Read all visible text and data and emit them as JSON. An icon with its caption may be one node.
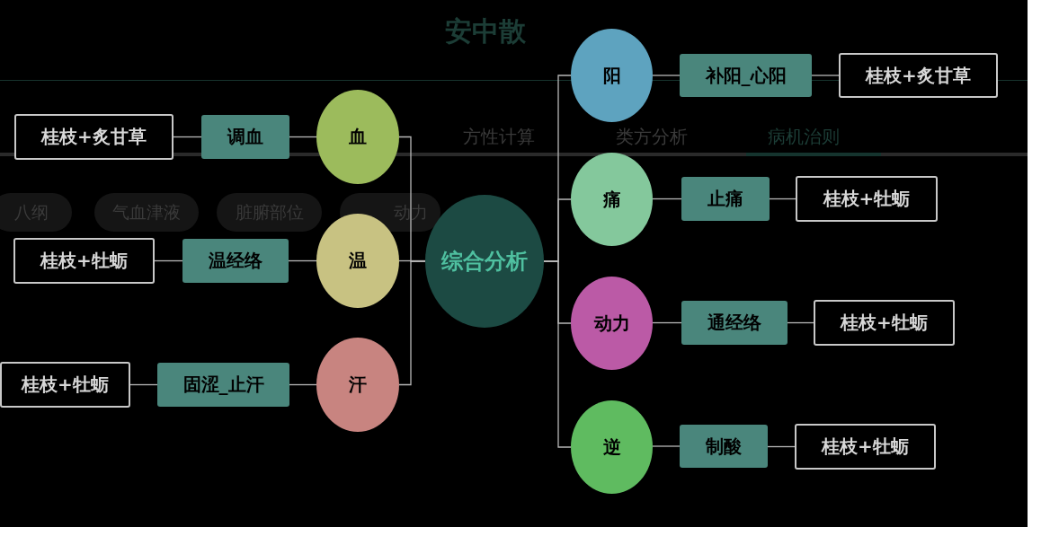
{
  "diagram": {
    "title": "安中散",
    "nodes": [
      {
        "text": [
          "综合分析"
        ]
      },
      {
        "text": [
          "血"
        ]
      },
      {
        "text": [
          "调血"
        ]
      },
      {
        "text": [
          "桂枝+炙甘草"
        ]
      },
      {
        "text": [
          "温"
        ]
      },
      {
        "text": [
          "温经络"
        ]
      },
      {
        "text": [
          "桂枝+牡蛎"
        ]
      },
      {
        "text": [
          "汗"
        ]
      },
      {
        "text": [
          "固涩_止汗"
        ]
      },
      {
        "text": [
          "桂枝+牡蛎"
        ]
      },
      {
        "text": [
          "阳"
        ]
      },
      {
        "text": [
          "补阳_心阳"
        ]
      },
      {
        "text": [
          "桂枝+炙甘草"
        ]
      },
      {
        "text": [
          "痛"
        ]
      },
      {
        "text": [
          "止痛"
        ]
      },
      {
        "text": [
          "桂枝+牡蛎"
        ]
      },
      {
        "text": [
          "动力"
        ]
      },
      {
        "text": [
          "通经络"
        ]
      },
      {
        "text": [
          "桂枝+牡蛎"
        ]
      },
      {
        "text": [
          "逆"
        ]
      },
      {
        "text": [
          "制酸"
        ]
      },
      {
        "text": [
          "桂枝+牡蛎"
        ]
      }
    ],
    "edges": [
      {
        "from": 0,
        "to": 1,
        "arrow": "none"
      },
      {
        "from": 1,
        "to": 2,
        "arrow": "none"
      },
      {
        "from": 2,
        "to": 3,
        "arrow": "none"
      },
      {
        "from": 0,
        "to": 4,
        "arrow": "none"
      },
      {
        "from": 4,
        "to": 5,
        "arrow": "none"
      },
      {
        "from": 5,
        "to": 6,
        "arrow": "none"
      },
      {
        "from": 0,
        "to": 7,
        "arrow": "none"
      },
      {
        "from": 7,
        "to": 8,
        "arrow": "none"
      },
      {
        "from": 8,
        "to": 9,
        "arrow": "none"
      },
      {
        "from": 0,
        "to": 10,
        "arrow": "none"
      },
      {
        "from": 10,
        "to": 11,
        "arrow": "none"
      },
      {
        "from": 11,
        "to": 12,
        "arrow": "none"
      },
      {
        "from": 0,
        "to": 13,
        "arrow": "none"
      },
      {
        "from": 13,
        "to": 14,
        "arrow": "none"
      },
      {
        "from": 14,
        "to": 15,
        "arrow": "none"
      },
      {
        "from": 0,
        "to": 16,
        "arrow": "none"
      },
      {
        "from": 16,
        "to": 17,
        "arrow": "none"
      },
      {
        "from": 17,
        "to": 18,
        "arrow": "none"
      },
      {
        "from": 0,
        "to": 19,
        "arrow": "none"
      },
      {
        "from": 19,
        "to": 20,
        "arrow": "none"
      },
      {
        "from": 20,
        "to": 21,
        "arrow": "none"
      }
    ],
    "labels": [
      "方性计算",
      "类方分析",
      "病机治则",
      "八纲",
      "气血津液",
      "脏腑部位",
      "动力"
    ]
  }
}
